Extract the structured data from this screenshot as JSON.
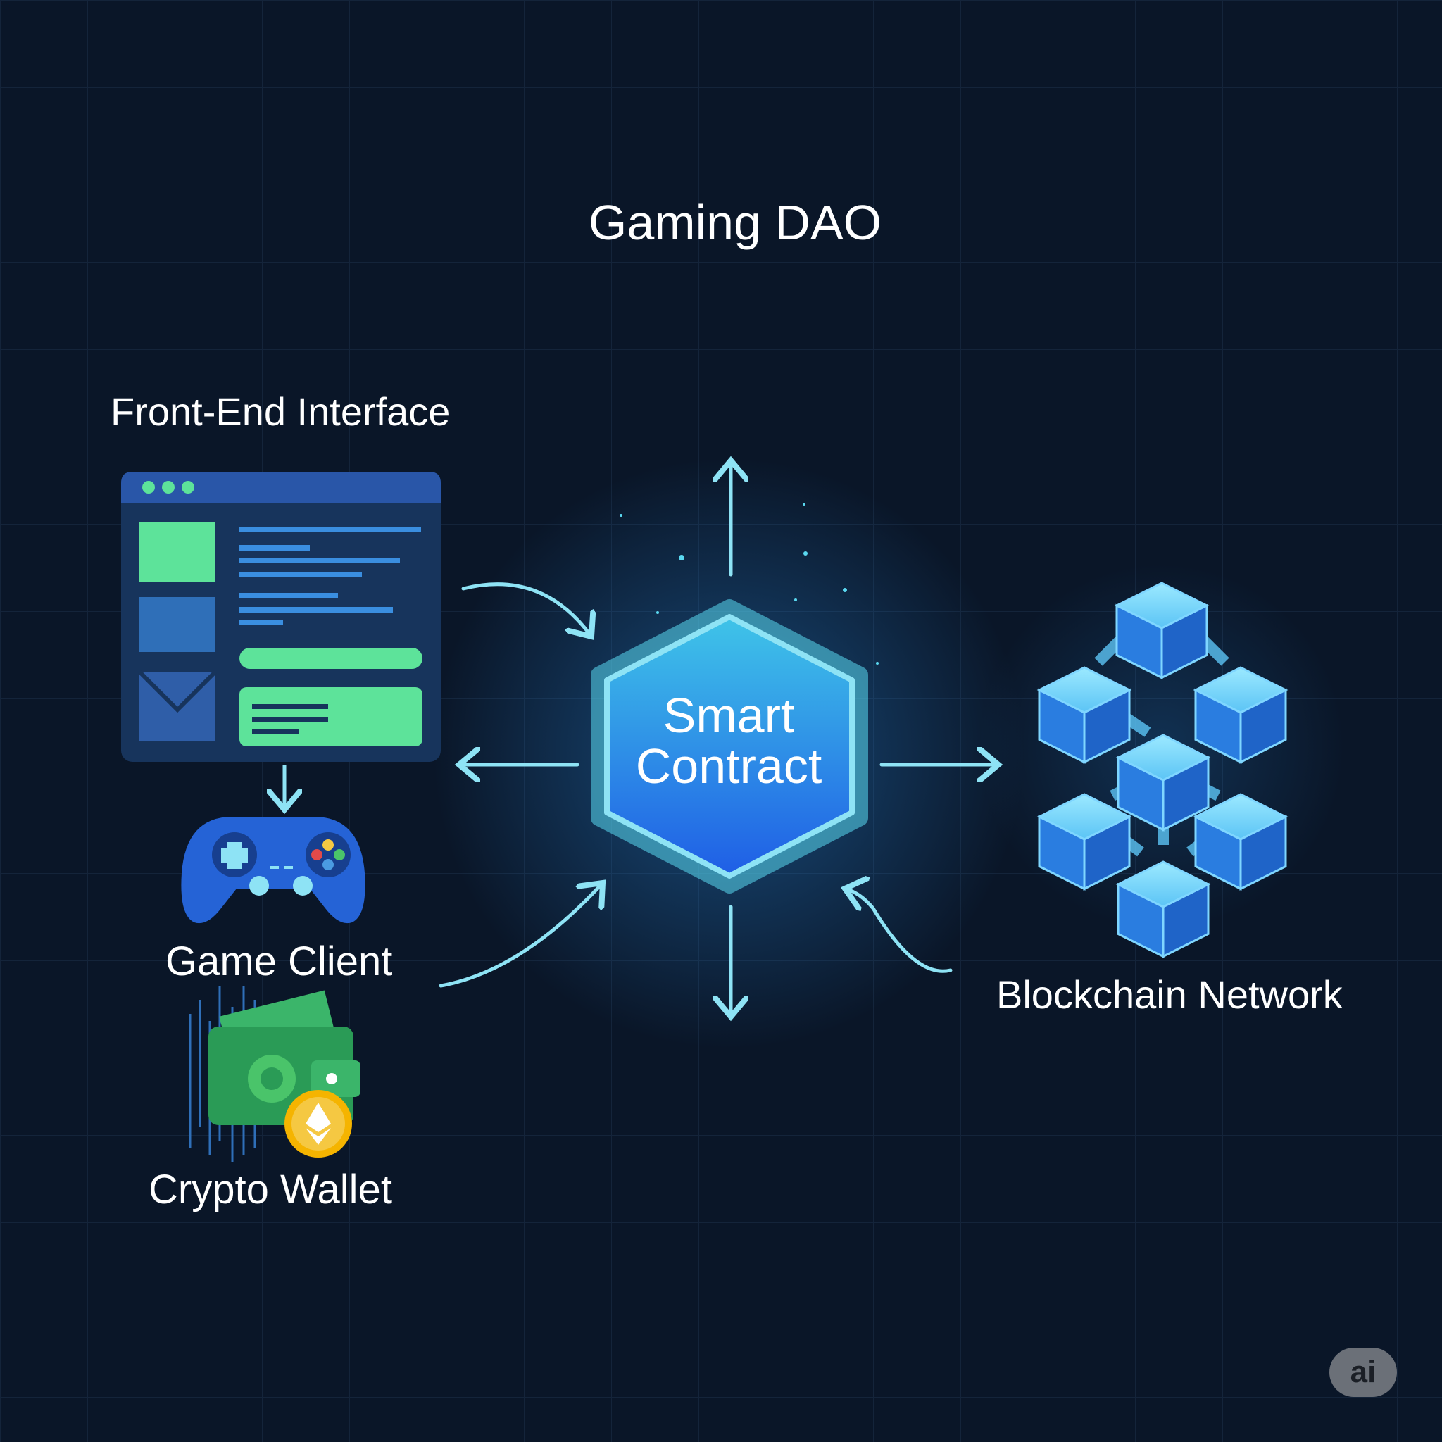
{
  "diagram": {
    "title": "Gaming DAO",
    "center": {
      "label_line1": "Smart",
      "label_line2": "Contract"
    },
    "nodes": {
      "frontend": "Front-End Interface",
      "game_client": "Game Client",
      "wallet": "Crypto Wallet",
      "blockchain": "Blockchain Network"
    },
    "badge": "ai"
  },
  "colors": {
    "background": "#0a1628",
    "grid": "#14243a",
    "arrow": "#8ee3f5",
    "hex_fill": "#2f7de6",
    "hex_border": "#5ad8f0",
    "green": "#5de39a",
    "panel_blue": "#2f6fb8",
    "cube_blue": "#2a7de0"
  },
  "icons": [
    "browser-window-icon",
    "gamepad-icon",
    "wallet-icon",
    "ethereum-coin-icon",
    "blockchain-cubes-icon"
  ]
}
